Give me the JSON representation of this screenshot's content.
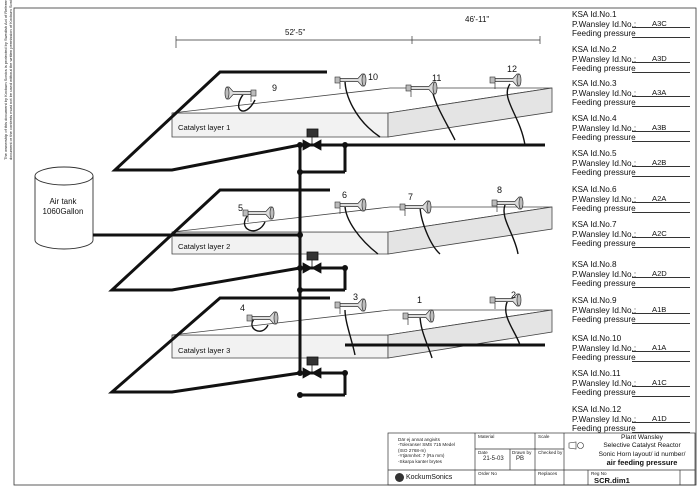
{
  "side_note": "The ownership of this document by Kockum Sonics is protected by Swedish Act of Reference. This document or the contents must not be used without the written permission of Kockum Sonics",
  "dimensions": {
    "left": "52'-5\"",
    "right": "46'-11\""
  },
  "air_tank": {
    "line1": "Air tank",
    "line2": "1060Gallon"
  },
  "layers": [
    "Catalyst layer 1",
    "Catalyst layer 2",
    "Catalyst layer 3"
  ],
  "horns": {
    "layer1": [
      "9",
      "10",
      "11",
      "12"
    ],
    "layer2": [
      "5",
      "6",
      "7",
      "8"
    ],
    "layer3": [
      "4",
      "3",
      "1",
      "2"
    ]
  },
  "ksa_list": [
    {
      "id": "KSA Id.No.1",
      "pw": "P.Wansley Id.No.:",
      "code": "A3C",
      "feed": "Feeding pressure"
    },
    {
      "id": "KSA Id.No.2",
      "pw": "P.Wansley Id.No.:",
      "code": "A3D",
      "feed": "Feeding pressure"
    },
    {
      "id": "KSA Id.No.3",
      "pw": "P.Wansley Id.No.:",
      "code": "A3A",
      "feed": "Feeding pressure"
    },
    {
      "id": "KSA Id.No.4",
      "pw": "P.Wansley Id.No.:",
      "code": "A3B",
      "feed": "Feeding pressure"
    },
    {
      "id": "KSA Id.No.5",
      "pw": "P.Wansley Id.No.:",
      "code": "A2B",
      "feed": "Feeding pressure"
    },
    {
      "id": "KSA Id.No.6",
      "pw": "P.Wansley Id.No.:",
      "code": "A2A",
      "feed": "Feeding pressure"
    },
    {
      "id": "KSA Id.No.7",
      "pw": "P.Wansley Id.No.:",
      "code": "A2C",
      "feed": "Feeding pressure"
    },
    {
      "id": "KSA Id.No.8",
      "pw": "P.Wansley Id.No.:",
      "code": "A2D",
      "feed": "Feeding pressure"
    },
    {
      "id": "KSA Id.No.9",
      "pw": "P.Wansley Id.No.:",
      "code": "A1B",
      "feed": "Feeding pressure"
    },
    {
      "id": "KSA Id.No.10",
      "pw": "P.Wansley Id.No.:",
      "code": "A1A",
      "feed": "Feeding pressure"
    },
    {
      "id": "KSA Id.No.11",
      "pw": "P.Wansley Id.No.:",
      "code": "A1C",
      "feed": "Feeding pressure"
    },
    {
      "id": "KSA Id.No.12",
      "pw": "P.Wansley Id.No.:",
      "code": "A1D",
      "feed": "Feeding pressure"
    }
  ],
  "title_block": {
    "notes": [
      "Där ej annat angivits",
      "-Toleranser SMS 715 Medel",
      "(ISO 2768-m)",
      "-Ytjämnhet: 7 (Ra mm)",
      "-Skarpa kanter brytes"
    ],
    "material_label": "Material",
    "scale_label": "Scale",
    "date_label": "Date",
    "date": "21-5-03",
    "drawn_label": "Drawn by",
    "drawn": "PB",
    "checked_label": "Checked by",
    "order_label": "Order No",
    "replaces_label": "Replaces",
    "company": "KockumSonics",
    "plant": "Plant Wansley",
    "plant_sub": "Selective Catalyst Reactor",
    "desc": "Sonic Horn layout/ id number/",
    "desc_bold": "air feeding pressure",
    "reg_label": "Reg No",
    "reg": "SCR.dim1"
  }
}
